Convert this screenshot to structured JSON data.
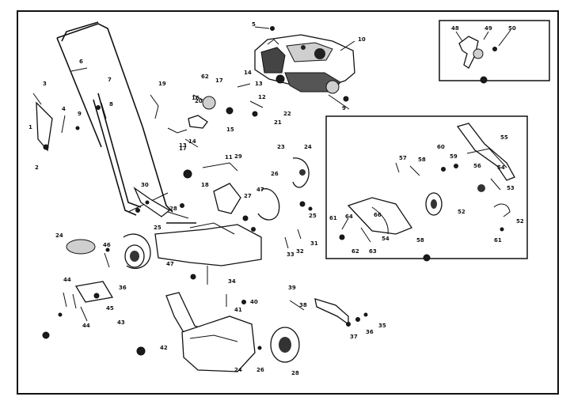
{
  "diagram": {
    "callouts": [
      {
        "id": "c-engine-5",
        "text": "5"
      },
      {
        "id": "c-engine-10",
        "text": "10"
      },
      {
        "id": "c-handle-6",
        "text": "6"
      },
      {
        "id": "c-3",
        "text": "3"
      },
      {
        "id": "c-7",
        "text": "7"
      },
      {
        "id": "c-19",
        "text": "19"
      },
      {
        "id": "c-62",
        "text": "62"
      },
      {
        "id": "c-17",
        "text": "17"
      },
      {
        "id": "c-14a",
        "text": "14"
      },
      {
        "id": "c-13a",
        "text": "13"
      },
      {
        "id": "c-12",
        "text": "12"
      },
      {
        "id": "c-9a",
        "text": "9"
      },
      {
        "id": "c-4",
        "text": "4"
      },
      {
        "id": "c-8",
        "text": "8"
      },
      {
        "id": "c-9b",
        "text": "9"
      },
      {
        "id": "c-1",
        "text": "1"
      },
      {
        "id": "c-2",
        "text": "2"
      },
      {
        "id": "c-16",
        "text": "16"
      },
      {
        "id": "c-20",
        "text": "20"
      },
      {
        "id": "c-15",
        "text": "15"
      },
      {
        "id": "c-14b",
        "text": "14"
      },
      {
        "id": "c-13b",
        "text": "13"
      },
      {
        "id": "c-17b",
        "text": "17"
      },
      {
        "id": "c-22",
        "text": "22"
      },
      {
        "id": "c-21",
        "text": "21"
      },
      {
        "id": "c-23",
        "text": "23"
      },
      {
        "id": "c-24a",
        "text": "24"
      },
      {
        "id": "c-11",
        "text": "11"
      },
      {
        "id": "c-18",
        "text": "18"
      },
      {
        "id": "c-29",
        "text": "29"
      },
      {
        "id": "c-26",
        "text": "26"
      },
      {
        "id": "c-47a",
        "text": "47"
      },
      {
        "id": "c-27",
        "text": "27"
      },
      {
        "id": "c-25",
        "text": "25"
      },
      {
        "id": "c-30",
        "text": "30"
      },
      {
        "id": "c-28",
        "text": "28"
      },
      {
        "id": "c-25b",
        "text": "25"
      },
      {
        "id": "c-24b",
        "text": "24"
      },
      {
        "id": "c-46",
        "text": "46"
      },
      {
        "id": "c-36",
        "text": "36"
      },
      {
        "id": "c-47b",
        "text": "47"
      },
      {
        "id": "c-33",
        "text": "33"
      },
      {
        "id": "c-32",
        "text": "32"
      },
      {
        "id": "c-31",
        "text": "31"
      },
      {
        "id": "c-34",
        "text": "34"
      },
      {
        "id": "c-44a",
        "text": "44"
      },
      {
        "id": "c-45",
        "text": "45"
      },
      {
        "id": "c-44b",
        "text": "44"
      },
      {
        "id": "c-43",
        "text": "43"
      },
      {
        "id": "c-42",
        "text": "42"
      },
      {
        "id": "c-40",
        "text": "40"
      },
      {
        "id": "c-41",
        "text": "41"
      },
      {
        "id": "c-38",
        "text": "38"
      },
      {
        "id": "c-39",
        "text": "39"
      },
      {
        "id": "c-37",
        "text": "37"
      },
      {
        "id": "c-35",
        "text": "35"
      },
      {
        "id": "c-36b",
        "text": "36"
      },
      {
        "id": "c-24c",
        "text": "24"
      },
      {
        "id": "c-26b",
        "text": "26"
      },
      {
        "id": "c-28b",
        "text": "28"
      },
      {
        "id": "c-48",
        "text": "48"
      },
      {
        "id": "c-49",
        "text": "49"
      },
      {
        "id": "c-50",
        "text": "50"
      },
      {
        "id": "c-55",
        "text": "55"
      },
      {
        "id": "c-60",
        "text": "60"
      },
      {
        "id": "c-58",
        "text": "58"
      },
      {
        "id": "c-57",
        "text": "57"
      },
      {
        "id": "c-59",
        "text": "59"
      },
      {
        "id": "c-56",
        "text": "56"
      },
      {
        "id": "c-54",
        "text": "54"
      },
      {
        "id": "c-53",
        "text": "53"
      },
      {
        "id": "c-52",
        "text": "52"
      },
      {
        "id": "c-61a",
        "text": "61"
      },
      {
        "id": "c-64",
        "text": "64"
      },
      {
        "id": "c-66",
        "text": "66"
      },
      {
        "id": "c-54b",
        "text": "54"
      },
      {
        "id": "c-62b",
        "text": "62"
      },
      {
        "id": "c-63",
        "text": "63"
      },
      {
        "id": "c-58b",
        "text": "58"
      },
      {
        "id": "c-61b",
        "text": "61"
      },
      {
        "id": "c-52b",
        "text": "52"
      }
    ]
  }
}
